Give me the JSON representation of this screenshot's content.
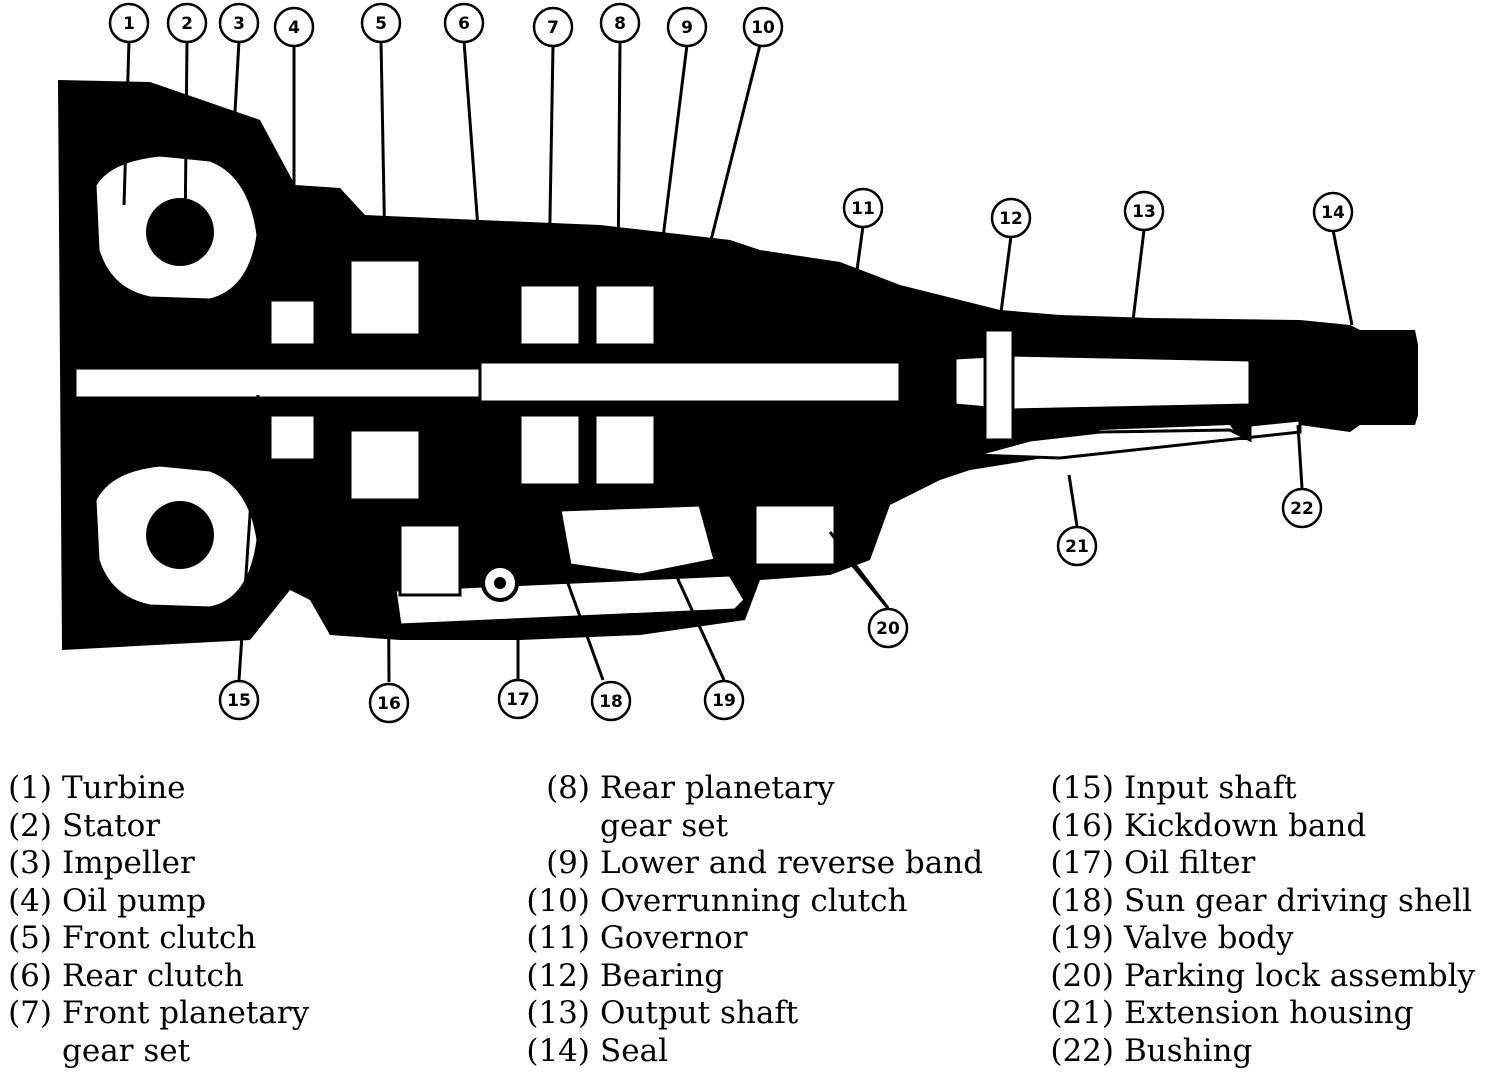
{
  "callouts": [
    {
      "id": 1,
      "label": "1"
    },
    {
      "id": 2,
      "label": "2"
    },
    {
      "id": 3,
      "label": "3"
    },
    {
      "id": 4,
      "label": "4"
    },
    {
      "id": 5,
      "label": "5"
    },
    {
      "id": 6,
      "label": "6"
    },
    {
      "id": 7,
      "label": "7"
    },
    {
      "id": 8,
      "label": "8"
    },
    {
      "id": 9,
      "label": "9"
    },
    {
      "id": 10,
      "label": "10"
    },
    {
      "id": 11,
      "label": "11"
    },
    {
      "id": 12,
      "label": "12"
    },
    {
      "id": 13,
      "label": "13"
    },
    {
      "id": 14,
      "label": "14"
    },
    {
      "id": 15,
      "label": "15"
    },
    {
      "id": 16,
      "label": "16"
    },
    {
      "id": 17,
      "label": "17"
    },
    {
      "id": 18,
      "label": "18"
    },
    {
      "id": 19,
      "label": "19"
    },
    {
      "id": 20,
      "label": "20"
    },
    {
      "id": 21,
      "label": "21"
    },
    {
      "id": 22,
      "label": "22"
    }
  ],
  "legend": {
    "col1": [
      {
        "num": "(1)",
        "label": "Turbine"
      },
      {
        "num": "(2)",
        "label": "Stator"
      },
      {
        "num": "(3)",
        "label": "Impeller"
      },
      {
        "num": "(4)",
        "label": "Oil pump"
      },
      {
        "num": "(5)",
        "label": "Front clutch"
      },
      {
        "num": "(6)",
        "label": "Rear clutch"
      },
      {
        "num": "(7)",
        "label": "Front planetary"
      },
      {
        "num": "",
        "label": "gear set"
      }
    ],
    "col2": [
      {
        "num": "(8)",
        "label": "Rear planetary"
      },
      {
        "num": "",
        "label": "gear set"
      },
      {
        "num": "(9)",
        "label": "Lower and reverse band"
      },
      {
        "num": "(10)",
        "label": "Overrunning clutch"
      },
      {
        "num": "(11)",
        "label": "Governor"
      },
      {
        "num": "(12)",
        "label": "Bearing"
      },
      {
        "num": "(13)",
        "label": "Output shaft"
      },
      {
        "num": "(14)",
        "label": "Seal"
      }
    ],
    "col3": [
      {
        "num": "(15)",
        "label": "Input shaft"
      },
      {
        "num": "(16)",
        "label": "Kickdown band"
      },
      {
        "num": "(17)",
        "label": "Oil filter"
      },
      {
        "num": "(18)",
        "label": "Sun gear driving shell"
      },
      {
        "num": "(19)",
        "label": "Valve body"
      },
      {
        "num": "(20)",
        "label": "Parking lock assembly"
      },
      {
        "num": "(21)",
        "label": "Extension housing"
      },
      {
        "num": "(22)",
        "label": "Bushing"
      }
    ]
  }
}
